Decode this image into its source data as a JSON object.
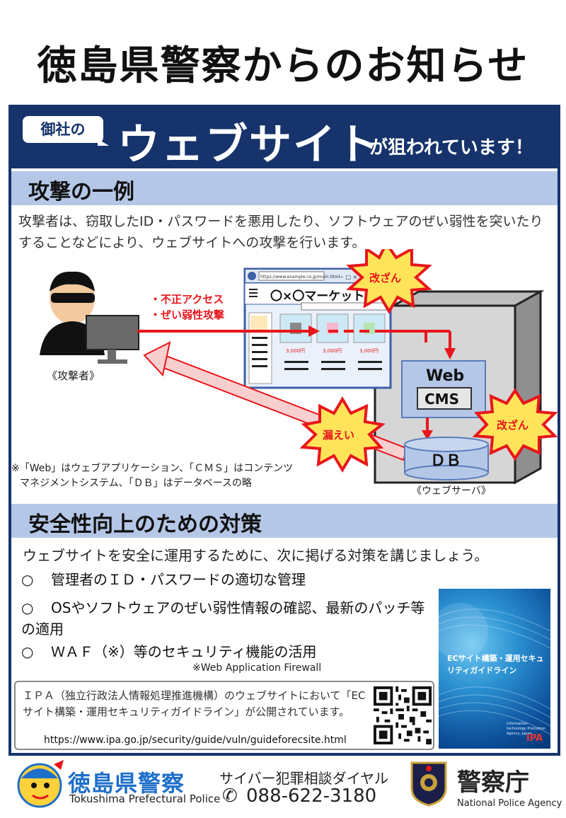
{
  "header": {
    "title": "徳島県警察からのお知らせ"
  },
  "banner": {
    "bubble": "御社の",
    "big": "ウェブサイト",
    "small": "が狙われています！"
  },
  "section1": {
    "title": "攻撃の一例",
    "intro": "攻撃者は、窃取したID・パスワードを悪用したり、ソフトウェアのぜい弱性を突いたりすることなどにより、ウェブサイトへの攻撃を行います。"
  },
  "diagram": {
    "attacker_label": "《攻撃者》",
    "attack_line1": "・不正アクセス",
    "attack_line2": "・ぜい弱性攻撃",
    "browser_url": "https://www.example.co.jp/main.html",
    "browser_icons": "－ □ ×",
    "site_name": "〇×〇マーケット",
    "price1": "3,000円",
    "price2": "3,000円",
    "price3": "3,000円",
    "burst_tamper1": "改ざん",
    "burst_leak": "漏えい",
    "burst_tamper2": "改ざん",
    "web_label": "Web",
    "cms_label": "CMS",
    "db_label": "ＤＢ",
    "server_label": "《ウェブサーバ》",
    "note_line1": "※「Web」はウェブアプリケーション、「ＣＭＳ」はコンテンツ",
    "note_line2": "マネジメントシステム、「ＤＢ」はデータベースの略"
  },
  "section2": {
    "title": "安全性向上のための対策",
    "intro": "ウェブサイトを安全に運用するために、次に掲げる対策を講じましょう。",
    "bullet": "○",
    "item1": "管理者のＩＤ・パスワードの適切な管理",
    "item2": "OSやソフトウェアのぜい弱性情報の確認、最新のパッチ等の適用",
    "item3": "ＷＡＦ（※）等のセキュリティ機能の活用",
    "waf_note": "※Web Application Firewall"
  },
  "ipa": {
    "text": "ＩＰＡ（独立行政法人情報処理推進機構）のウェブサイトにおいて「ECサイト構築・運用セキュリティガイドライン」が公開されています。",
    "url": "https://www.ipa.go.jp/security/guide/vuln/guideforecsite.html"
  },
  "book": {
    "title": "ECサイト構築・運用セキュリティガイドライン",
    "sub": "Information-technology Promotion Agency, Japan",
    "logo": "IPA"
  },
  "footer": {
    "pref_name": "徳島県警察",
    "pref_en": "Tokushima Prefectural Police",
    "dial_label": "サイバー犯罪相談ダイヤル",
    "dial_phone": "088-622-3180",
    "npa_name": "警察庁",
    "npa_en": "National Police Agency"
  },
  "colors": {
    "navy": "#16336b",
    "band": "#b4c7e7",
    "attack_red": "#e8161b",
    "burst_yellow": "#ffe45a",
    "server_gray": "#d6d6d6",
    "module_blue": "#b4c7e7"
  }
}
